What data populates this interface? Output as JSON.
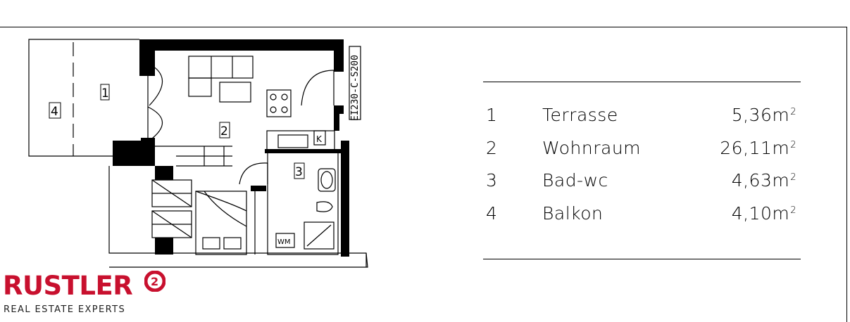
{
  "plan": {
    "room_labels": [
      "1",
      "2",
      "3",
      "4"
    ],
    "fire_door_code": "EI230-C-S200",
    "fixture_labels": [
      "K",
      "WM"
    ]
  },
  "legend": {
    "rooms": [
      {
        "number": "1",
        "name": "Terrasse",
        "area": "5,36m",
        "unit_exp": "2"
      },
      {
        "number": "2",
        "name": "Wohnraum",
        "area": "26,11m",
        "unit_exp": "2"
      },
      {
        "number": "3",
        "name": "Bad-wc",
        "area": "4,63m",
        "unit_exp": "2"
      },
      {
        "number": "4",
        "name": "Balkon",
        "area": "4,10m",
        "unit_exp": "2"
      }
    ]
  },
  "logo": {
    "wordmark": "RUSTLER",
    "badge_glyph": "2",
    "tagline": "REAL ESTATE EXPERTS",
    "brand_color": "#c8102e"
  }
}
